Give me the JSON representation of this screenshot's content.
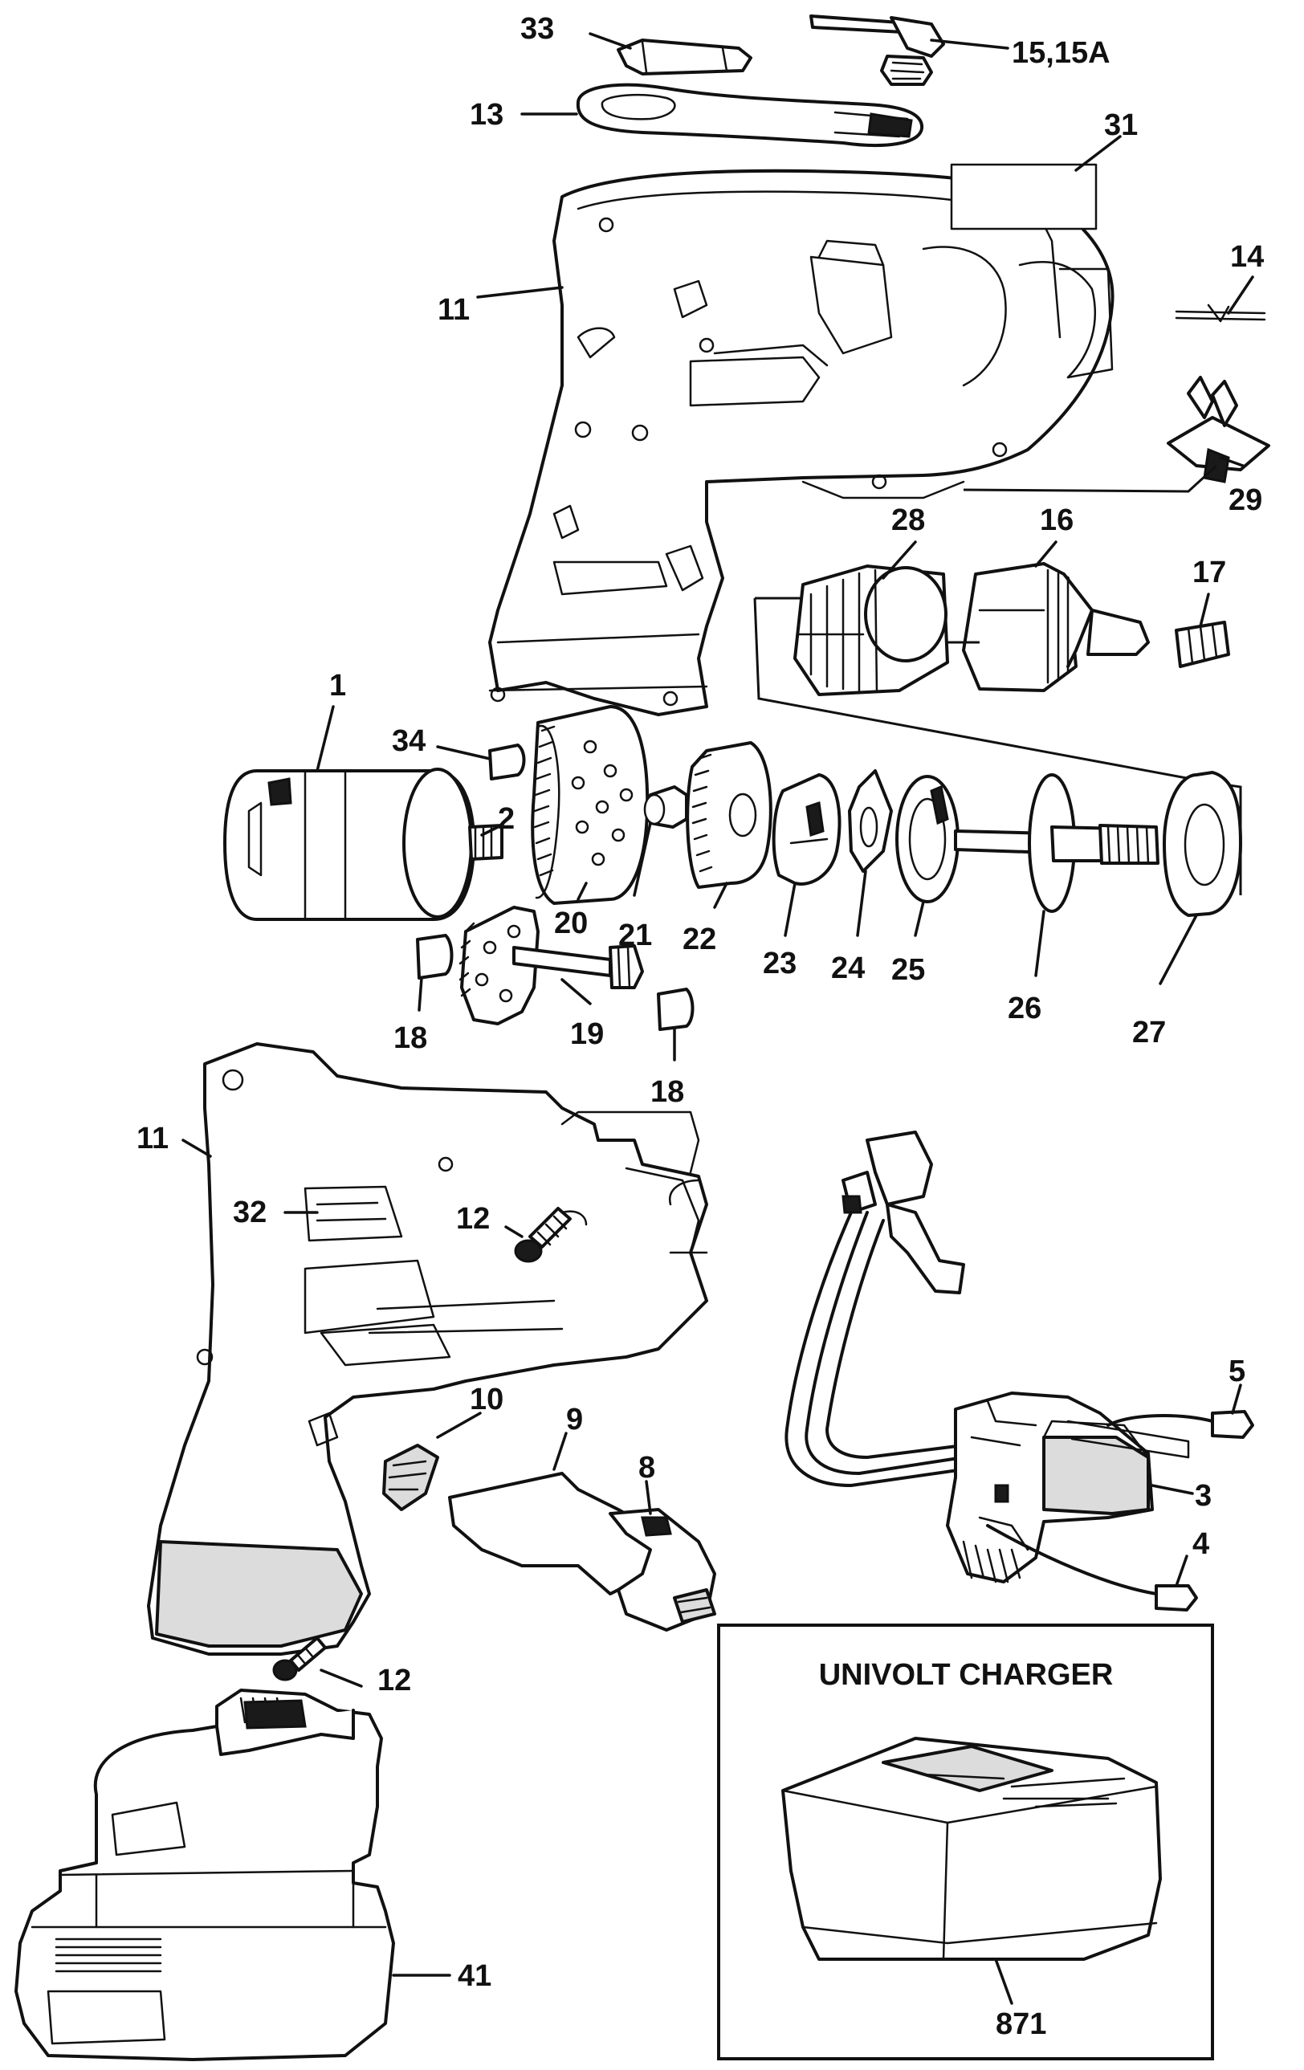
{
  "labels": {
    "l33": "33",
    "l15": "15,15A",
    "l13": "13",
    "l31": "31",
    "l11a": "11",
    "l14": "14",
    "l29": "29",
    "l28": "28",
    "l16": "16",
    "l17": "17",
    "l1": "1",
    "l34": "34",
    "l2": "2",
    "l20": "20",
    "l21": "21",
    "l22": "22",
    "l23": "23",
    "l24": "24",
    "l25": "25",
    "l26": "26",
    "l27": "27",
    "l18a": "18",
    "l19": "19",
    "l18b": "18",
    "l11b": "11",
    "l32": "32",
    "l12a": "12",
    "l5": "5",
    "l3": "3",
    "l4": "4",
    "l10": "10",
    "l9": "9",
    "l8": "8",
    "l12b": "12",
    "l41": "41",
    "l871": "871"
  },
  "charger_inset": {
    "title": "UNIVOLT CHARGER"
  }
}
